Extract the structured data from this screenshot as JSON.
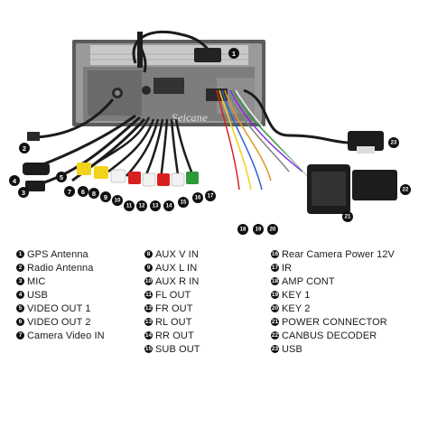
{
  "brand": "Seicane",
  "legend": {
    "col1": [
      {
        "num": "1",
        "label": "GPS Antenna"
      },
      {
        "num": "2",
        "label": "Radio Antenna"
      },
      {
        "num": "3",
        "label": "MIC"
      },
      {
        "num": "4",
        "label": "USB"
      },
      {
        "num": "5",
        "label": "VIDEO OUT 1"
      },
      {
        "num": "6",
        "label": "VIDEO OUT 2"
      },
      {
        "num": "7",
        "label": "Camera Video IN"
      }
    ],
    "col2": [
      {
        "num": "8",
        "label": "AUX V IN"
      },
      {
        "num": "9",
        "label": "AUX L IN"
      },
      {
        "num": "10",
        "label": "AUX R IN"
      },
      {
        "num": "11",
        "label": "FL OUT"
      },
      {
        "num": "12",
        "label": "FR OUT"
      },
      {
        "num": "13",
        "label": "RL OUT"
      },
      {
        "num": "14",
        "label": "RR OUT"
      },
      {
        "num": "15",
        "label": "SUB OUT"
      }
    ],
    "col3": [
      {
        "num": "16",
        "label": "Rear Camera Power 12V"
      },
      {
        "num": "17",
        "label": "IR"
      },
      {
        "num": "18",
        "label": "AMP CONT"
      },
      {
        "num": "19",
        "label": "KEY 1"
      },
      {
        "num": "20",
        "label": "KEY 2"
      },
      {
        "num": "21",
        "label": "POWER CONNECTOR"
      },
      {
        "num": "22",
        "label": "CANBUS DECODER"
      },
      {
        "num": "23",
        "label": "USB"
      }
    ]
  },
  "callouts": [
    "1",
    "2",
    "3",
    "4",
    "5",
    "6",
    "7",
    "8",
    "9",
    "10",
    "11",
    "12",
    "13",
    "14",
    "15",
    "16",
    "17",
    "18",
    "19",
    "20",
    "21",
    "22",
    "23"
  ],
  "colors": {
    "cable": "#1c1c1c",
    "chassis": "#8c8c8c",
    "chassis_dark": "#3a3a3a",
    "rca_yellow": "#f2d21a",
    "rca_red": "#d92020",
    "rca_white": "#f2f2f2",
    "rca_green": "#2f9a3a"
  }
}
